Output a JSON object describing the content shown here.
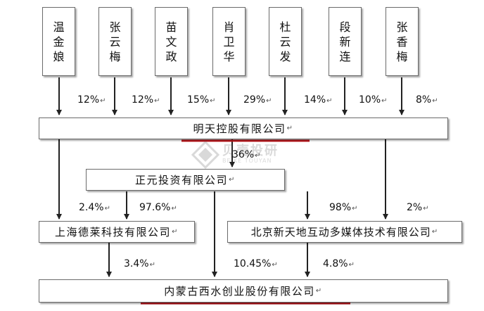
{
  "shareholders": [
    {
      "name": [
        "温",
        "金",
        "娘"
      ],
      "pct": "12%"
    },
    {
      "name": [
        "张",
        "云",
        "梅"
      ],
      "pct": "12%"
    },
    {
      "name": [
        "苗",
        "文",
        "政"
      ],
      "pct": "15%"
    },
    {
      "name": [
        "肖",
        "卫",
        "华"
      ],
      "pct": "29%"
    },
    {
      "name": [
        "杜",
        "云",
        "发"
      ],
      "pct": "14%"
    },
    {
      "name": [
        "段",
        "新",
        "连"
      ],
      "pct": "10%"
    },
    {
      "name": [
        "张",
        "香",
        "梅"
      ],
      "pct": "8%"
    }
  ],
  "companies": {
    "mingtian": "明天控股有限公司",
    "zhengyuan": "正元投资有限公司",
    "shanghai": "上海德莱科技有限公司",
    "beijing": "北京新天地互动多媒体技术有限公司",
    "neimeng": "内蒙古西水创业股份有限公司"
  },
  "percentages": {
    "mt_to_zy": "36%",
    "mt_to_sh": "2.4%",
    "zy_to_sh": "97.6%",
    "zy_to_bj": "98%",
    "mt_to_bj": "2%",
    "sh_to_nm": "3.4%",
    "zy_to_nm": "10.45%",
    "bj_to_nm": "4.8%"
  },
  "watermark": {
    "text": "贝壳投研",
    "sub": "BEIKE TOUYAN"
  },
  "mark_glyph": "↵",
  "colors": {
    "line": "#222222",
    "underline": "#c0141a",
    "border": "#6b6b6b"
  }
}
